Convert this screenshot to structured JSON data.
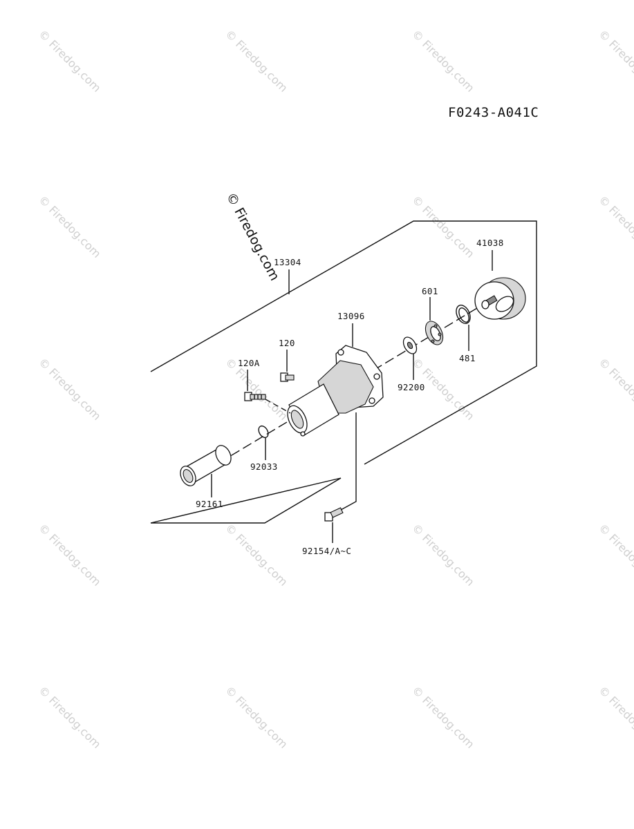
{
  "diagram_id": "F0243-A041C",
  "watermark_text": "© Firedog.com",
  "parts": {
    "p13304": "13304",
    "p41038": "41038",
    "p601": "601",
    "p481": "481",
    "p13096": "13096",
    "p120": "120",
    "p120A": "120A",
    "p92200": "92200",
    "p92033": "92033",
    "p92161": "92161",
    "p92154": "92154/A~C"
  }
}
